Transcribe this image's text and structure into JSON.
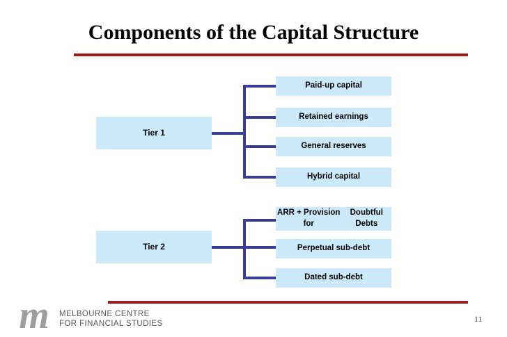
{
  "slide": {
    "title": "Components of the Capital Structure",
    "page_number": "11",
    "background_color": "#ffffff",
    "accent_rule_color": "#a51a17",
    "box_fill_color": "#cce9fa",
    "connector_color": "#3b3b98",
    "text_color": "#000000"
  },
  "diagram": {
    "groups": [
      {
        "label": "Tier 1",
        "items": [
          "Paid-up capital",
          "Retained earnings",
          "General reserves",
          "Hybrid capital"
        ]
      },
      {
        "label": "Tier 2",
        "items": [
          "ARR + Provision for\nDoubtful Debts",
          "Perpetual sub-debt",
          "Dated sub-debt"
        ]
      }
    ],
    "leaves": [
      "Paid-up capital",
      "Retained earnings",
      "General reserves",
      "Hybrid capital",
      "ARR + Provision for Doubtful Debts",
      "Perpetual sub-debt",
      "Dated sub-debt"
    ],
    "leaf_4_line1": "ARR + Provision for",
    "leaf_4_line2": "Doubtful Debts"
  },
  "footer": {
    "logo_mark": "m",
    "logo_line1": "MELBOURNE CENTRE",
    "logo_line2": "FOR FINANCIAL STUDIES",
    "logo_text_color": "#58585a",
    "logo_mark_color": "#9e9e9e"
  }
}
